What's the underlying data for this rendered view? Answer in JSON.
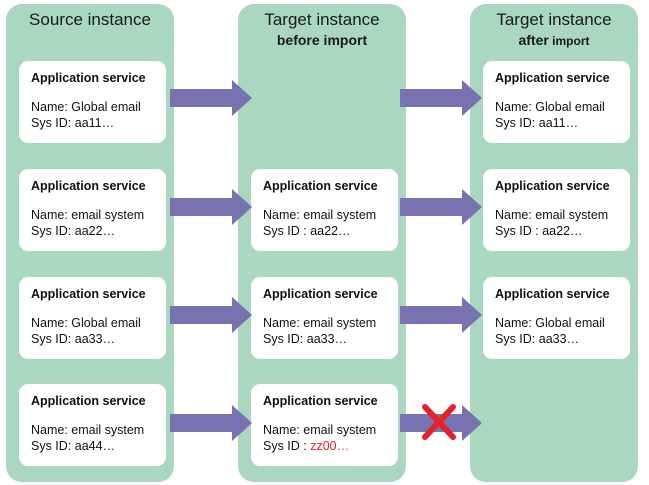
{
  "columns": {
    "source": {
      "title": "Source instance"
    },
    "before": {
      "title": "Target instance",
      "subtitle": "before import"
    },
    "after": {
      "title": "Target instance",
      "subtitle_bold": "after",
      "subtitle_rest": " import"
    }
  },
  "cards": {
    "s1": {
      "heading": "Application service",
      "name": "Name: Global email",
      "sysid": "Sys ID: aa11…"
    },
    "s2": {
      "heading": "Application service",
      "name": "Name: email system",
      "sysid": "Sys ID: aa22…"
    },
    "s3": {
      "heading": "Application service",
      "name": "Name: Global email",
      "sysid": "Sys ID: aa33…"
    },
    "s4": {
      "heading": "Application service",
      "name": "Name: email system",
      "sysid": "Sys ID: aa44…"
    },
    "b2": {
      "heading": "Application service",
      "name": "Name: email system",
      "sysid": "Sys ID : aa22…"
    },
    "b3": {
      "heading": "Application service",
      "name": "Name: email system",
      "sysid": "Sys ID: aa33…"
    },
    "b4": {
      "heading": "Application service",
      "name": "Name: email system",
      "sysid_prefix": "Sys ID : ",
      "sysid_value": "zz00…"
    },
    "a1": {
      "heading": "Application service",
      "name": "Name: Global email",
      "sysid": "Sys ID: aa11…"
    },
    "a2": {
      "heading": "Application service",
      "name": "Name: email system",
      "sysid": "Sys ID : aa22…"
    },
    "a3": {
      "heading": "Application service",
      "name": "Name: Global email",
      "sysid": "Sys ID: aa33…"
    }
  },
  "colors": {
    "column_bg": "#a9d7c0",
    "arrow": "#7872b0",
    "blocked_mark": "#e8202a"
  },
  "icons": {
    "blocked": "red-x-icon"
  }
}
